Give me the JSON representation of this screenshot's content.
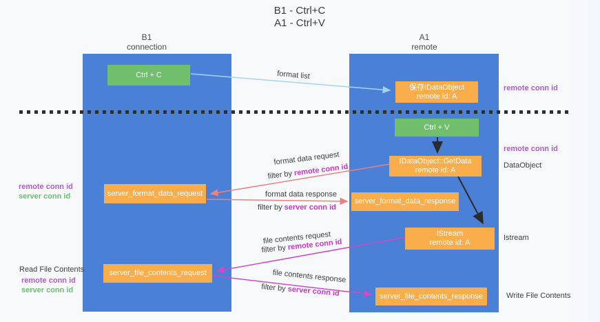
{
  "title": {
    "line1": "B1 - Ctrl+C",
    "line2": "A1 - Ctrl+V"
  },
  "columns": {
    "left": {
      "name": "B1",
      "role": "connection"
    },
    "right": {
      "name": "A1",
      "role": "remote"
    }
  },
  "nodes": {
    "ctrl_c": {
      "label": "Ctrl + C"
    },
    "ctrl_v": {
      "label": "Ctrl + V"
    },
    "save_dataobject": {
      "line1": "保存IDataObject",
      "line2": "remote id: A"
    },
    "getdata": {
      "line1": "IDataObject::GetData",
      "line2": "remote id: A"
    },
    "istream": {
      "line1": "IStream",
      "line2": "remote id: A"
    },
    "format_request": {
      "label": "server_format_data_request"
    },
    "format_response": {
      "label": "server_format_data_response"
    },
    "file_request": {
      "label": "server_file_contents_request"
    },
    "file_response": {
      "label": "server_file_contents_response"
    }
  },
  "messages": {
    "format_list": "format list",
    "format_data_request": "format data request",
    "format_data_response": "format data response",
    "file_contents_request": "file contents request",
    "file_contents_response": "file contents response",
    "filter_by": "filter by",
    "remote_conn_id": "remote conn id",
    "server_conn_id": "server conn id"
  },
  "side_labels": {
    "remote_conn_id_top": "remote conn id",
    "remote_conn_id_mid": "remote conn id",
    "dataobject": "DataObject",
    "istream": "Istream",
    "write_file_contents": "Write File Contents",
    "read_file_contents": "Read File Contents",
    "left_remote_conn_id_1": "remote conn id",
    "left_server_conn_id_1": "server conn id",
    "left_remote_conn_id_2": "remote conn id",
    "left_server_conn_id_2": "server conn id"
  },
  "colors": {
    "lane_blue": "#4a80d5",
    "node_green": "#6fbf6d",
    "node_orange": "#f9ae4b",
    "arrow_blue": "#a6d2f2",
    "arrow_red": "#e8837f",
    "arrow_magenta": "#cb4bcb",
    "arrow_black": "#2b2b2b",
    "label_purple": "#ab5fc6",
    "label_magenta": "#c238c2",
    "label_green": "#6cbf6e"
  }
}
